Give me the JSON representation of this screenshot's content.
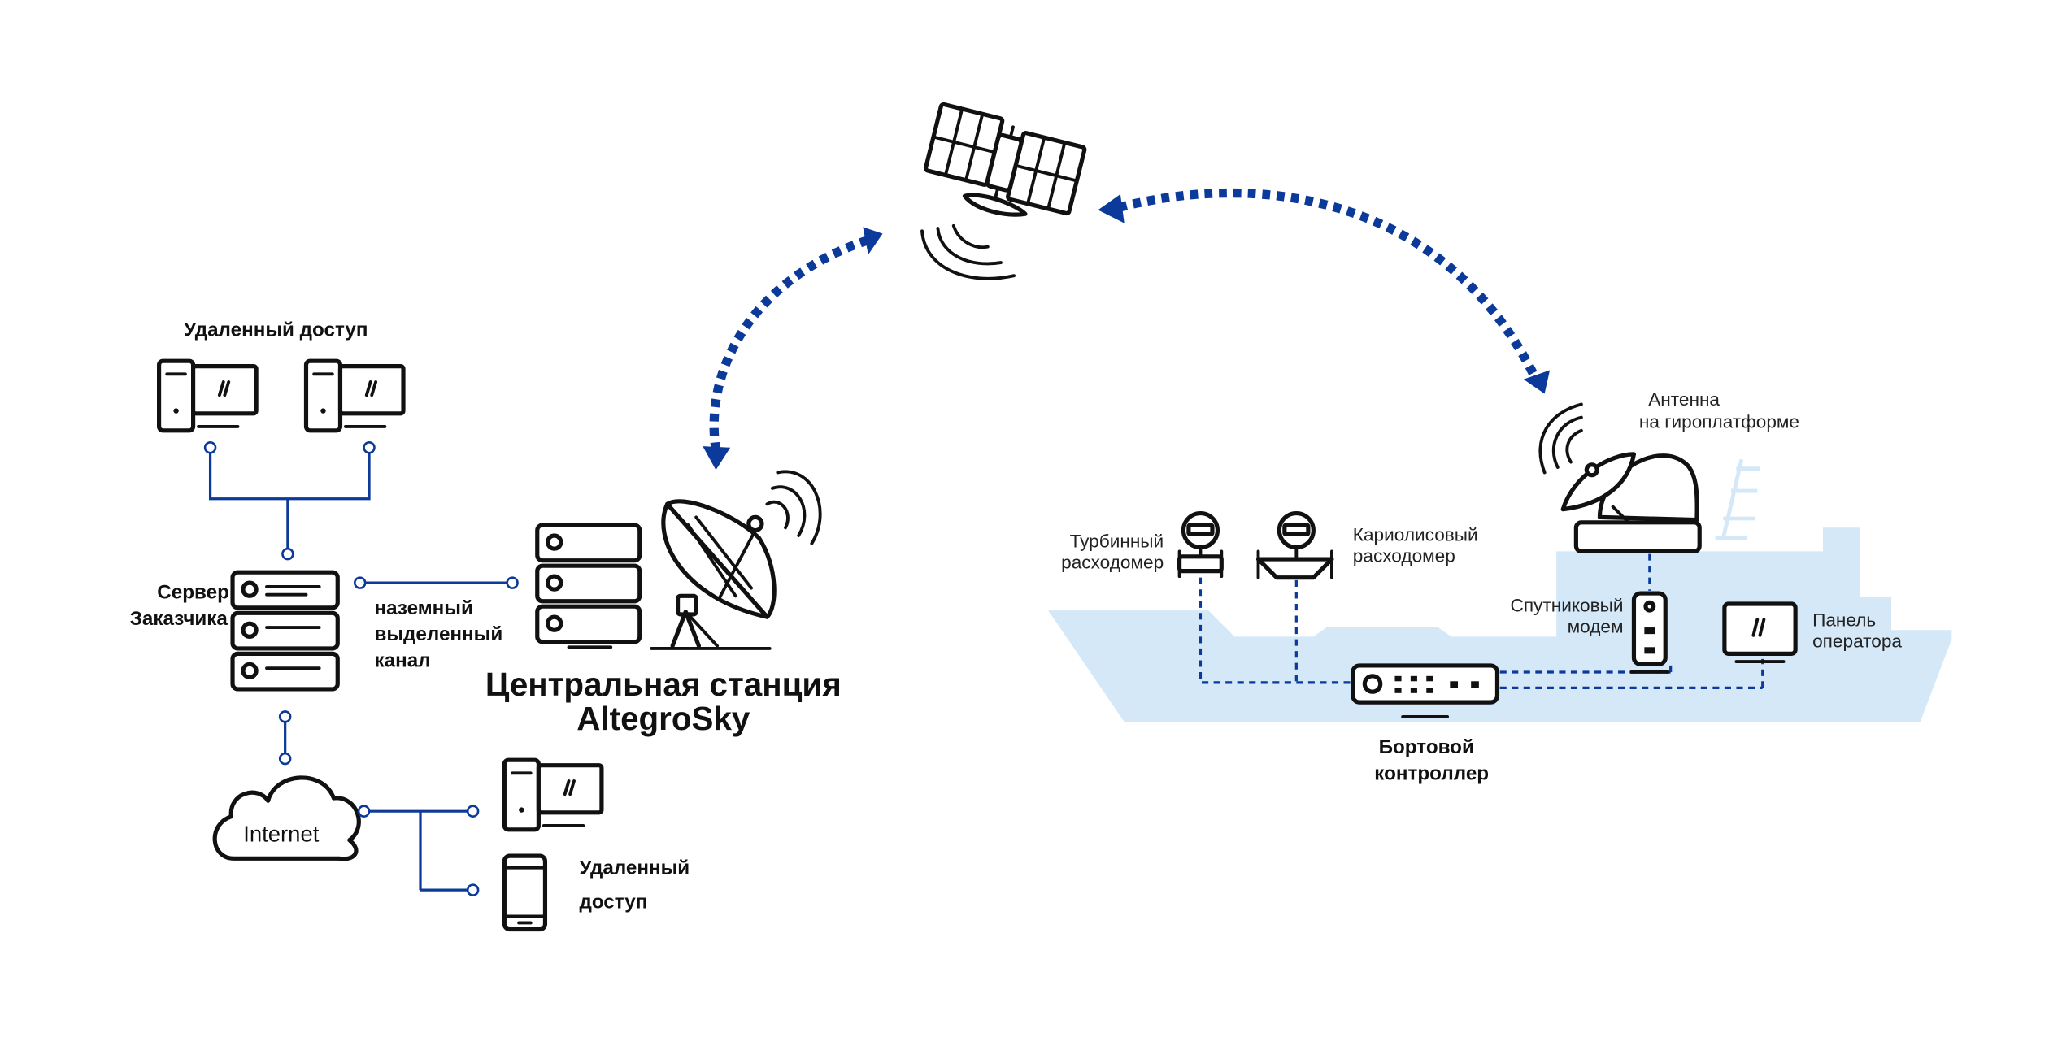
{
  "labels": {
    "remote_access_top": "Удаленный доступ",
    "server_line1": "Сервер",
    "server_line2": "Заказчика",
    "ground_channel_line1": "наземный",
    "ground_channel_line2": "выделенный",
    "ground_channel_line3": "канал",
    "central_station_line1": "Центральная станция",
    "central_station_line2": "AltegroSky",
    "internet": "Internet",
    "remote_access_bottom_line1": "Удаленный",
    "remote_access_bottom_line2": "доступ",
    "antenna_line1": "Антенна",
    "antenna_line2": "на гироплатформе",
    "turbine_line1": "Турбинный",
    "turbine_line2": "расходомер",
    "coriolis_line1": "Кариолисовый",
    "coriolis_line2": "расходомер",
    "modem_line1": "Спутниковый",
    "modem_line2": "модем",
    "panel_line1": "Панель",
    "panel_line2": "оператора",
    "controller_line1": "Бортовой",
    "controller_line2": "контроллер"
  },
  "colors": {
    "line_blue": "#0b3a9a",
    "ship_fill": "#d4e8f8",
    "ink": "#111111"
  },
  "icons": [
    "monitor-icon",
    "server-icon",
    "cloud-icon",
    "phone-icon",
    "dish-antenna-icon",
    "satellite-icon",
    "gyro-antenna-icon",
    "flowmeter-icon",
    "modem-icon",
    "controller-icon",
    "ship-icon"
  ]
}
